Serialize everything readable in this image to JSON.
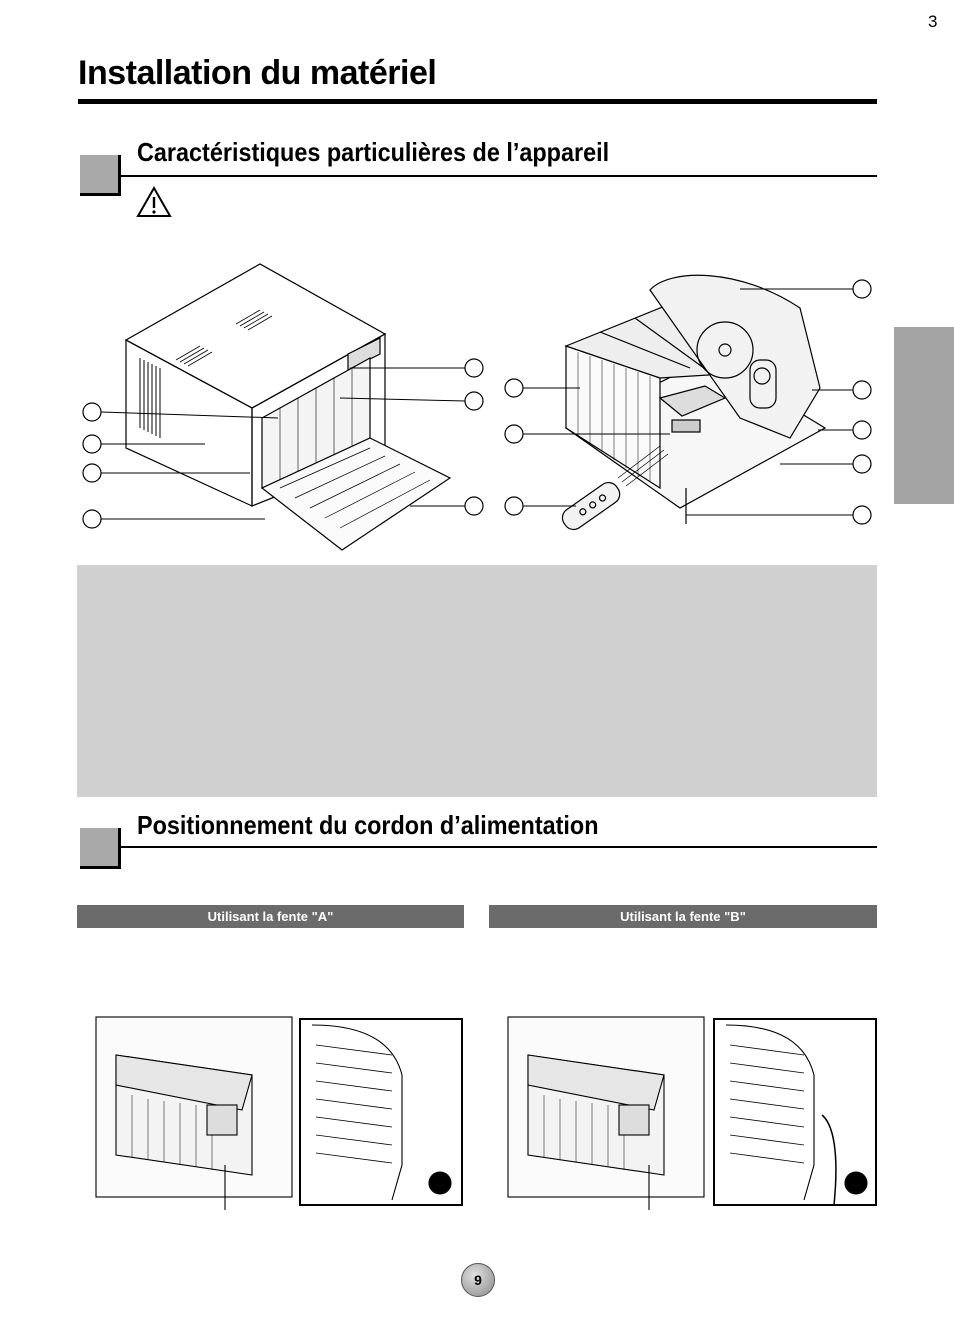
{
  "page": {
    "number": "3",
    "title": "Installation du matériel",
    "footer_page": "9"
  },
  "section1": {
    "title": "Caractéristiques particulières de l’appareil",
    "warning_icon": "warning-triangle-icon"
  },
  "section2": {
    "title": "Positionnement du cordon d’alimentation",
    "slot_a_label": "Utilisant la fente \"A\"",
    "slot_b_label": "Utilisant la fente \"B\""
  },
  "colors": {
    "section_box": "#a9a9a9",
    "side_tab": "#a4a4a4",
    "info_panel": "#d0d0d0",
    "label_bar": "#6b6b6b"
  }
}
